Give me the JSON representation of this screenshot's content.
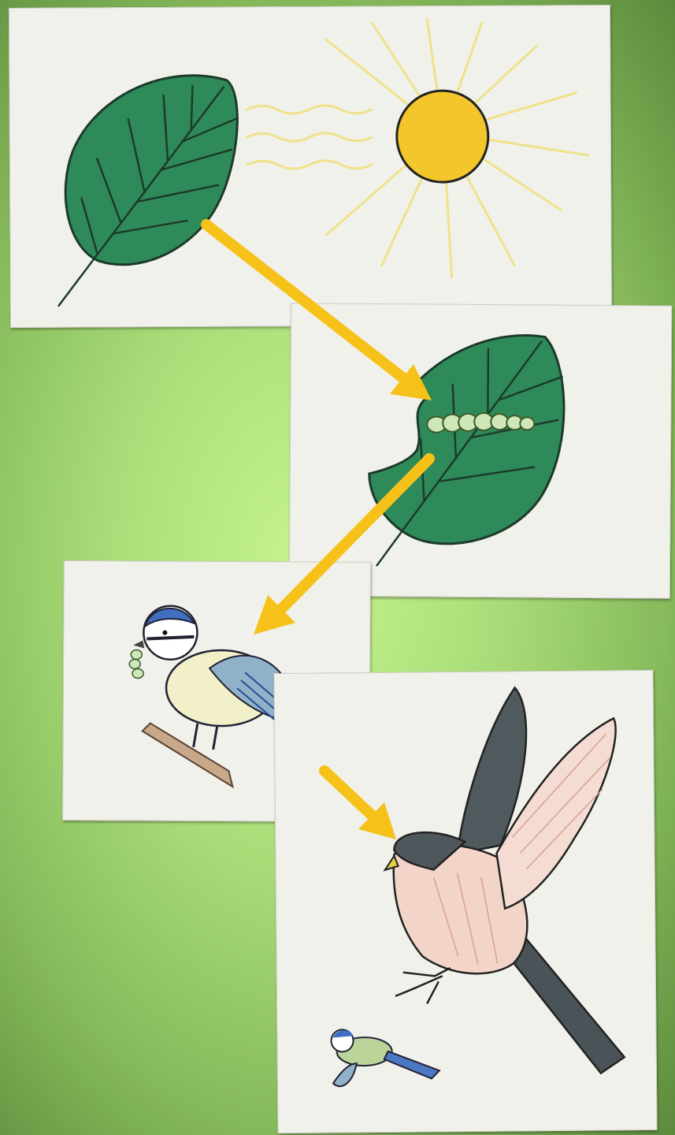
{
  "diagram": {
    "type": "food-chain",
    "nodes": [
      {
        "id": "leaf-and-sun",
        "icon": "leaf-sun-icon"
      },
      {
        "id": "caterpillar-on-leaf",
        "icon": "caterpillar-leaf-icon"
      },
      {
        "id": "blue-tit",
        "icon": "blue-tit-icon"
      },
      {
        "id": "hawk",
        "icon": "hawk-icon"
      }
    ],
    "edges": [
      {
        "from": "leaf-and-sun",
        "to": "caterpillar-on-leaf"
      },
      {
        "from": "caterpillar-on-leaf",
        "to": "blue-tit"
      },
      {
        "from": "blue-tit",
        "to": "hawk"
      }
    ]
  },
  "colors": {
    "arrow": "#f6c21a",
    "leaf": "#2f8a5a",
    "sun": "#f3c72c",
    "background": "#a9dc78"
  }
}
